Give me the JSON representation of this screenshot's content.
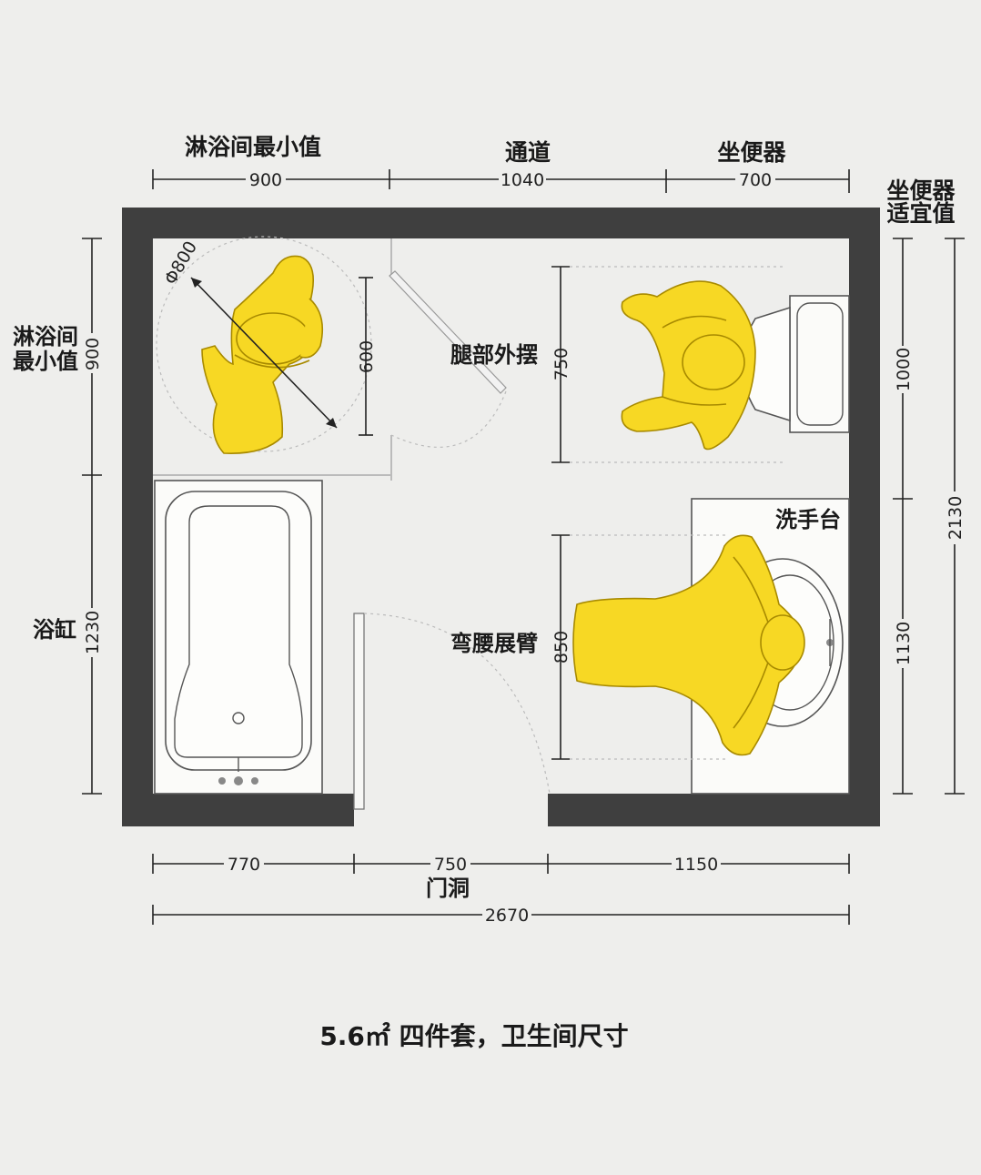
{
  "top_labels": {
    "shower_min": "淋浴间最小值",
    "passage": "通道",
    "toilet": "坐便器",
    "toilet_suitable_1": "坐便器",
    "toilet_suitable_2": "适宜值"
  },
  "top_dims": {
    "shower": "900",
    "passage": "1040",
    "toilet": "700"
  },
  "left_labels": {
    "shower_min_1": "淋浴间",
    "shower_min_2": "最小值",
    "bathtub": "浴缸"
  },
  "left_dims": {
    "shower": "900",
    "bathtub": "1230"
  },
  "right_dims": {
    "toilet": "1000",
    "basin": "1130",
    "total": "2130"
  },
  "inner_labels": {
    "leg_swing": "腿部外摆",
    "bend_arms": "弯腰展臂",
    "basin": "洗手台"
  },
  "inner_dims": {
    "diameter": "Φ800",
    "shower_person": "600",
    "toilet_person": "750",
    "basin_person": "850"
  },
  "bottom_dims": {
    "tub": "770",
    "door": "750",
    "basin": "1150",
    "total": "2670"
  },
  "door_label": "门洞",
  "caption": "5.6㎡ 四件套，卫生间尺寸",
  "colors": {
    "wall": "#3f3f3f",
    "figure": "#f7d824",
    "background": "#eeeeec"
  }
}
